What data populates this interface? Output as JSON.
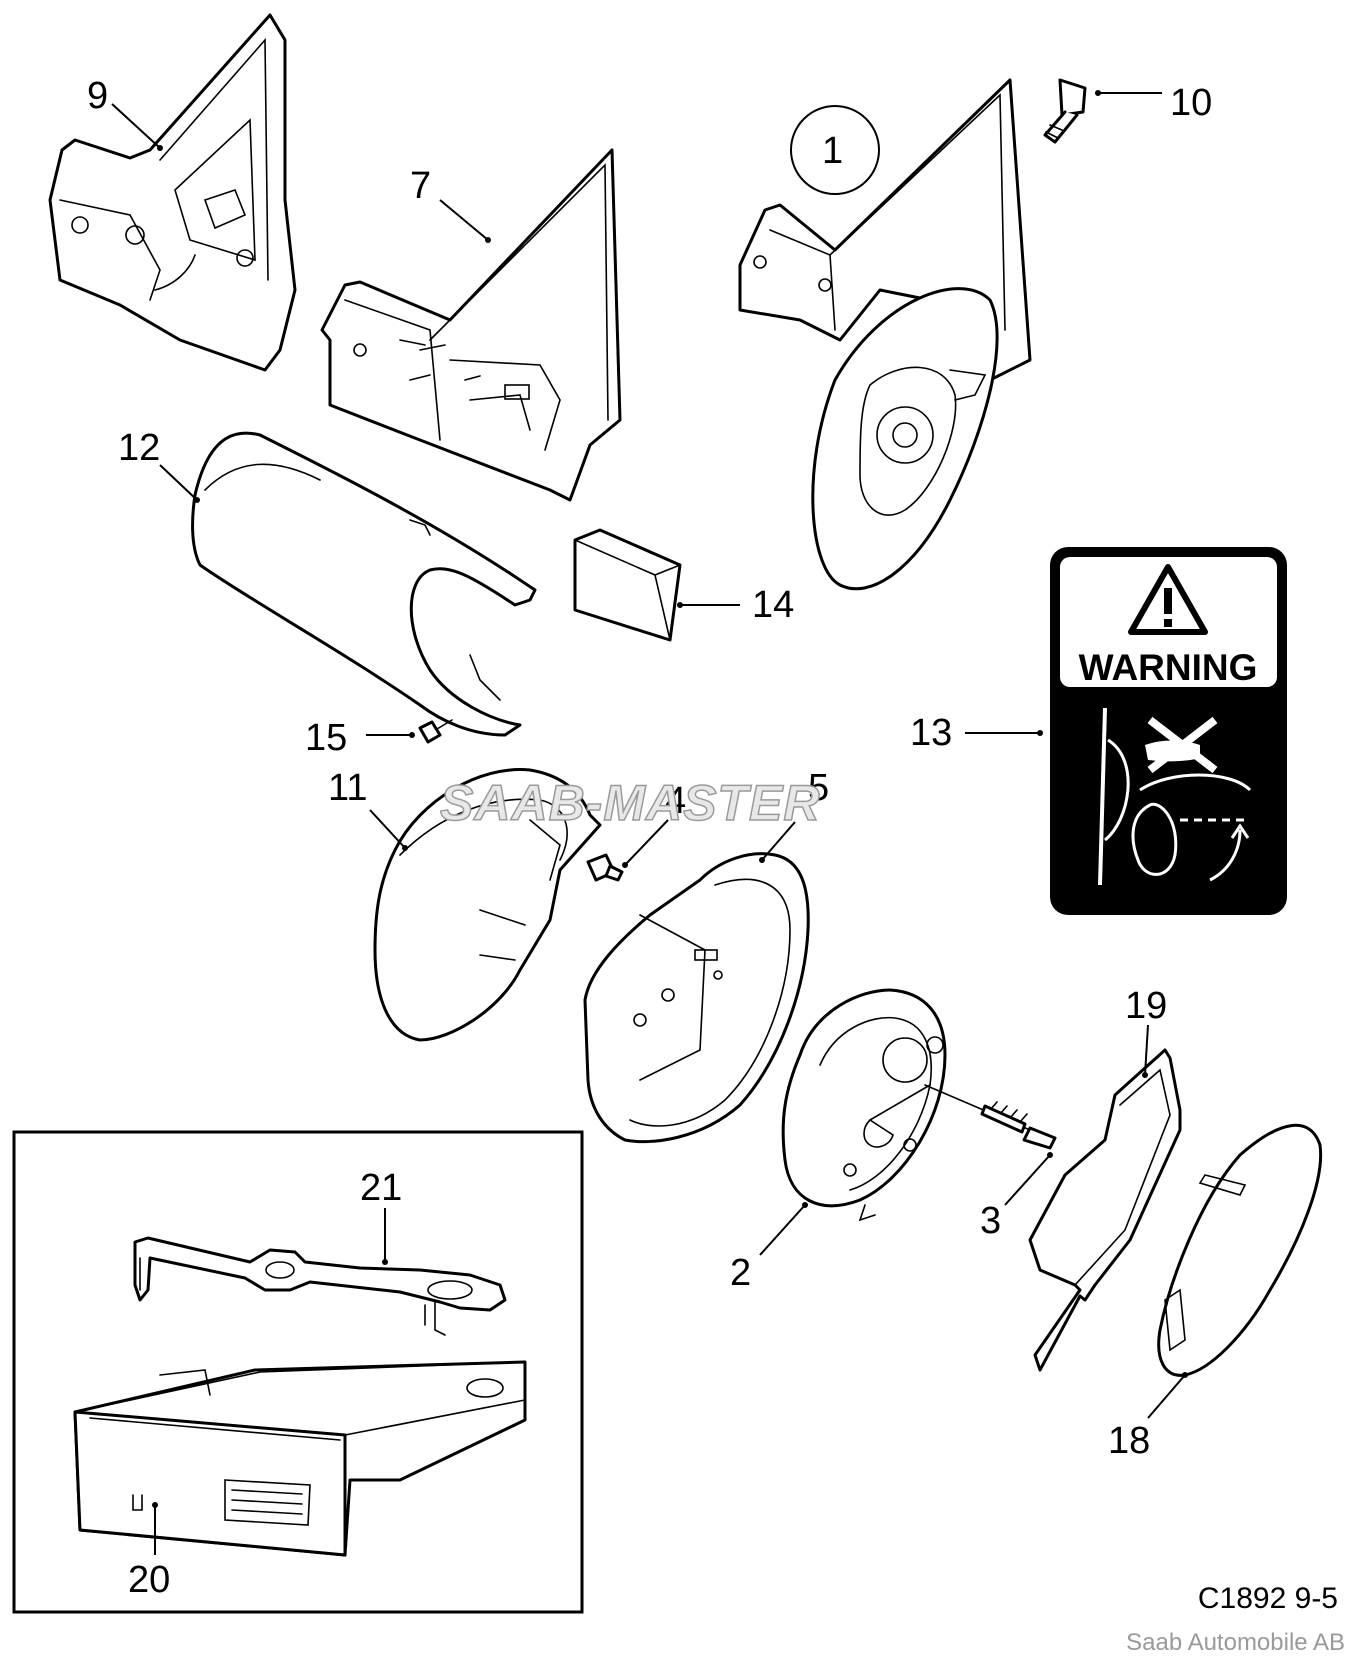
{
  "diagram": {
    "doc_code": "C1892 9-5",
    "copyright": "Saab Automobile AB",
    "watermark": "SAAB-MASTER",
    "warning_label": "WARNING",
    "assembly_marker": "1",
    "callouts": {
      "p2": "2",
      "p3": "3",
      "p4": "4",
      "p5": "5",
      "p7": "7",
      "p9": "9",
      "p10": "10",
      "p11": "11",
      "p12": "12",
      "p13": "13",
      "p14": "14",
      "p15": "15",
      "p18": "18",
      "p19": "19",
      "p20": "20",
      "p21": "21"
    }
  }
}
